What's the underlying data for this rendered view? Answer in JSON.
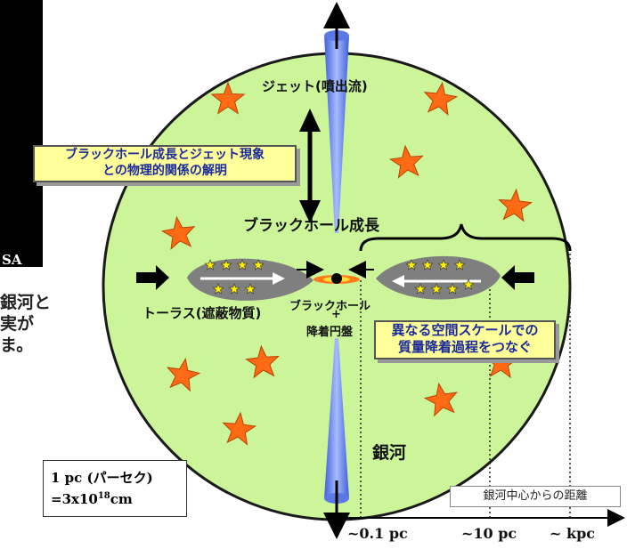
{
  "panel_text": "SA",
  "side_text": [
    "銀河と",
    "実が",
    "ま。"
  ],
  "labels": {
    "jet": "ジェット(噴出流)",
    "bh_growth": "ブラックホール成長",
    "torus": "トーラス(遮蔽物質)",
    "black_hole": "ブラックホール",
    "plus": "+",
    "disk": "降着円盤",
    "galaxy": "銀河"
  },
  "callout_top": [
    "ブラックホール成長とジェット現象",
    "との物理的関係の解明"
  ],
  "callout_mid": [
    "異なる空間スケールでの",
    "質量降着過程をつなぐ"
  ],
  "unit_box": {
    "line1": "1 pc (パーセク)",
    "line2_prefix": "=3x10",
    "line2_exp": "18",
    "line2_suffix": "cm"
  },
  "distance_label": "銀河中心からの距離",
  "ticks": [
    "~0.1 pc",
    "~10 pc",
    "~ kpc"
  ],
  "colors": {
    "galaxy": "#ccf599",
    "star": "#ff6a14",
    "jet": "#6a86ee",
    "torus": "#7f7f7f",
    "callout": "#ffff99",
    "callout_text": "#1a2a9a"
  }
}
